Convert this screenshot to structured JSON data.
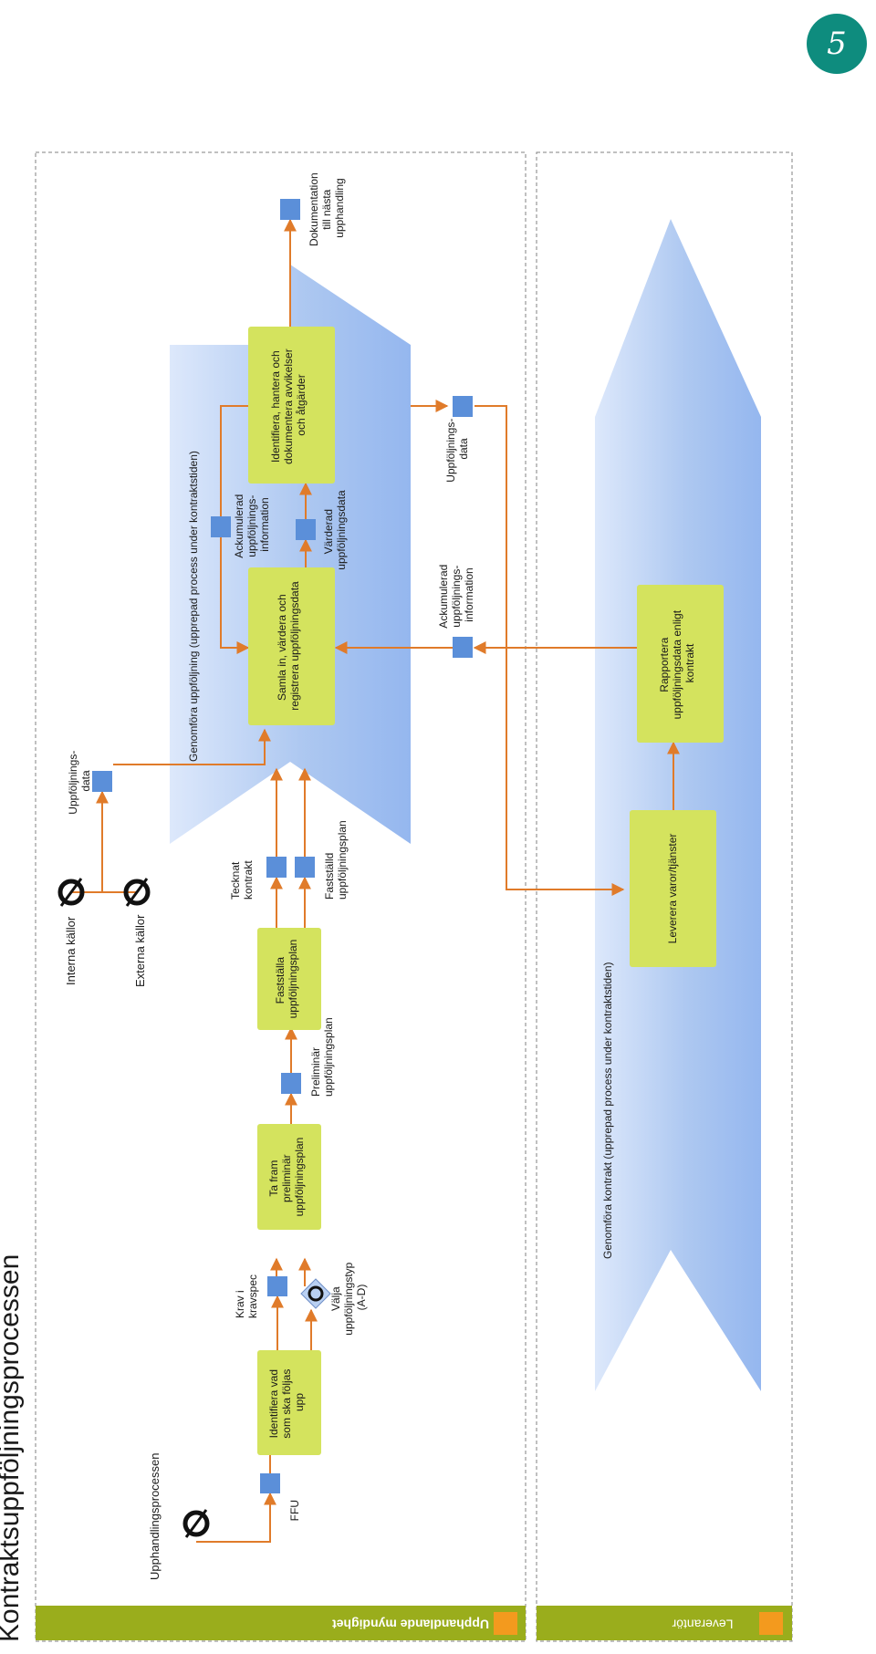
{
  "page_number": "5",
  "title": "Kontraktsuppföljningsprocessen",
  "lanes": {
    "buyer": "Upphandlande myndighet",
    "supplier": "Leverantör"
  },
  "phases": {
    "followup": "Genomföra uppföljning (upprepad process under kontraktstiden)",
    "contract": "Genomföra kontrakt (upprepad process under kontraktstiden)"
  },
  "events": {
    "procurement": "Upphandlingsprocessen",
    "internal": "Interna källor",
    "external": "Externa källor"
  },
  "functions": {
    "identify": [
      "Identifiera vad",
      "som ska följas",
      "upp"
    ],
    "draft": [
      "Ta fram",
      "preliminär",
      "uppföljningsplan"
    ],
    "establish": [
      "Fastställa",
      "uppföljningsplan"
    ],
    "collect": [
      "Samla in, värdera och",
      "registrera uppföljningsdata"
    ],
    "deviations": [
      "Identifiera, hantera och",
      "dokumentera avvikelser",
      "och åtgärder"
    ],
    "deliver": [
      "Leverera varor/tjänster"
    ],
    "report": [
      "Rapportera",
      "uppföljningsdata enligt",
      "kontrakt"
    ]
  },
  "info": {
    "ffu": [
      "FFU"
    ],
    "krav": [
      "Krav i",
      "kravspec"
    ],
    "prelplan": [
      "Preliminär",
      "uppföljningsplan"
    ],
    "tecknat": [
      "Tecknat",
      "kontrakt"
    ],
    "faststalld": [
      "Fastställd",
      "uppföljningsplan"
    ],
    "uppfdata1": [
      "Uppföljnings-",
      "data"
    ],
    "ack1": [
      "Ackumulerad",
      "uppföljnings-",
      "information"
    ],
    "varderad": [
      "Värderad",
      "uppföljningsdata"
    ],
    "dokumentation": [
      "Dokumentation",
      "till nästa",
      "upphandling"
    ],
    "uppfdata2": [
      "Uppföljnings-",
      "data"
    ],
    "ack2": [
      "Ackumulerad",
      "uppföljnings-",
      "information"
    ]
  },
  "decision": [
    "Välja",
    "uppföljningstyp",
    "(A-D)"
  ],
  "colors": {
    "function_fill": "#d4e35e",
    "info_fill": "#5b8fd9",
    "flow": "#e07b2a",
    "lane_bar": "#9aad1c",
    "lane_marker": "#f39a1e",
    "phase_fill": "#a9c5f0",
    "badge": "#0e8c7e"
  }
}
